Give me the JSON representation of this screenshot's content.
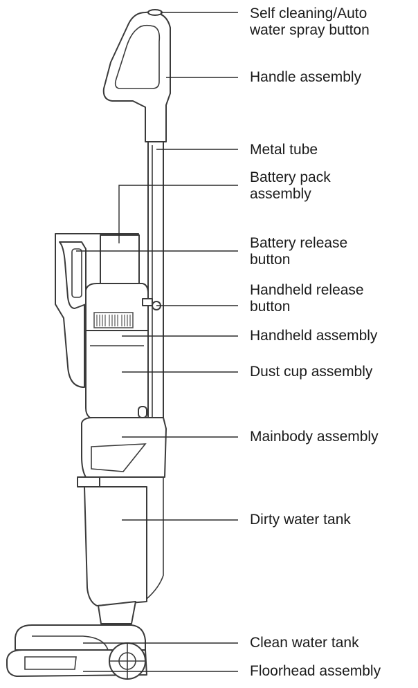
{
  "labels": {
    "self_cleaning": "Self cleaning/Auto\nwater spray button",
    "handle": "Handle assembly",
    "metal_tube": "Metal tube",
    "battery_pack": "Battery pack\nassembly",
    "battery_release": "Battery release\nbutton",
    "handheld_release": "Handheld release\nbutton",
    "handheld": "Handheld assembly",
    "dust_cup": "Dust cup assembly",
    "mainbody": "Mainbody assembly",
    "dirty_water": "Dirty water tank",
    "clean_water": "Clean water tank",
    "floorhead": "Floorhead assembly"
  },
  "colors": {
    "line": "#3a3a3a",
    "text": "#1a1a1a",
    "grille": "#555555"
  }
}
